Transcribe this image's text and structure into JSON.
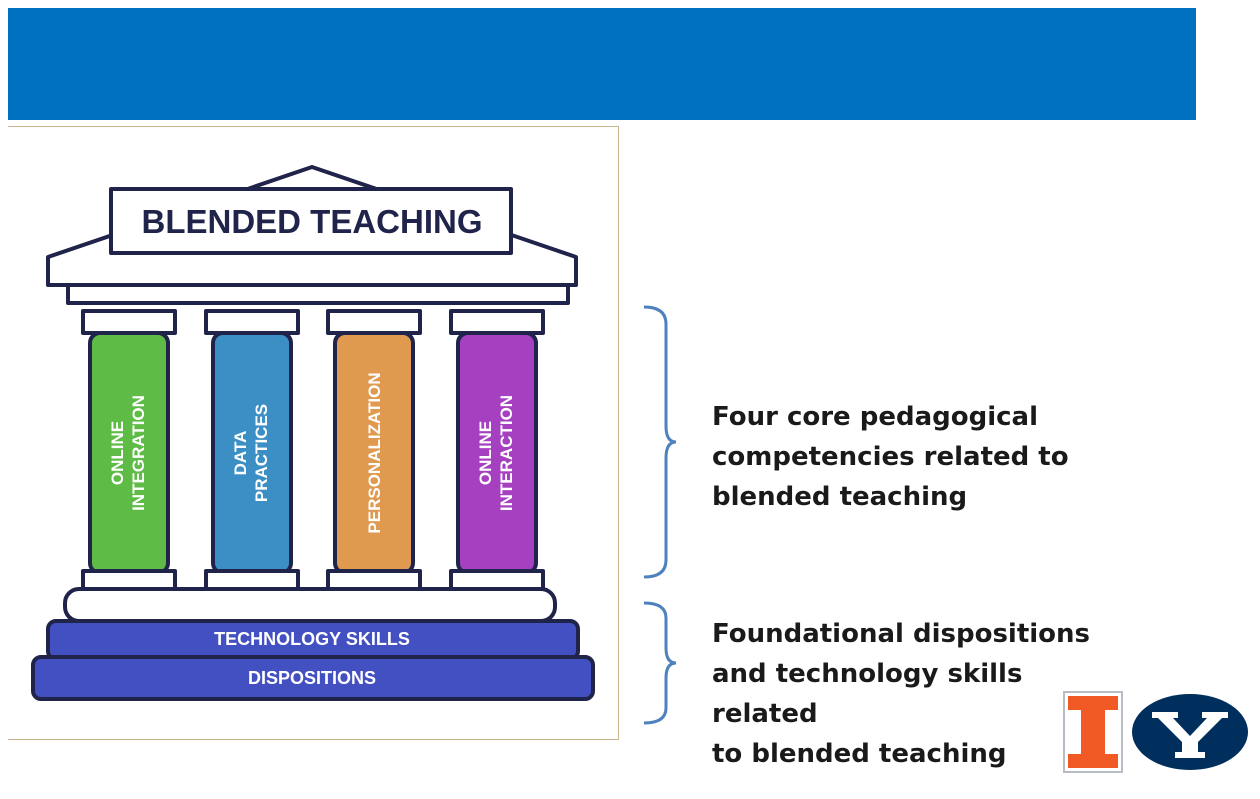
{
  "temple": {
    "title": "BLENDED TEACHING",
    "pillars": [
      {
        "line1": "ONLINE",
        "line2": "INTEGRATION",
        "color": "#5dbb46"
      },
      {
        "line1": "DATA",
        "line2": "PRACTICES",
        "color": "#3b8fc4"
      },
      {
        "line1": "PERSONALIZATION",
        "line2": "",
        "color": "#e09a50"
      },
      {
        "line1": "ONLINE",
        "line2": "INTERACTION",
        "color": "#a540c0"
      }
    ],
    "base_upper": "TECHNOLOGY SKILLS",
    "base_lower": "DISPOSITIONS",
    "base_color": "#4350c2",
    "outline_color": "#20244a"
  },
  "captions": {
    "pillars": "Four core pedagogical\ncompetencies related to\nblended teaching",
    "foundation": "Foundational dispositions\nand technology skills related\nto blended teaching"
  },
  "colors": {
    "banner": "#0070c0",
    "brace": "#4f81bd",
    "illinois_orange": "#f15a24",
    "byu_navy": "#002e5d"
  },
  "logos": {
    "illinois": "I",
    "byu": "Y"
  }
}
